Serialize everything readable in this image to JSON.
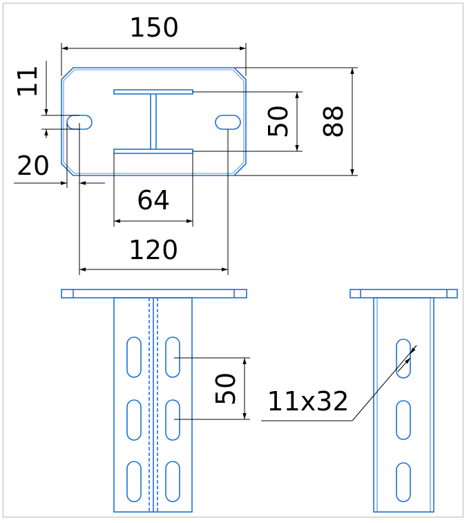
{
  "colors": {
    "part": "#1a6fd6",
    "dimension": "#000000",
    "frame": "#cccccc",
    "background": "#ffffff"
  },
  "dimensions": {
    "plate_width": "150",
    "slot_height": "11",
    "slot_offset": "20",
    "plate_height": "88",
    "flange_spacing": "50",
    "flange_width": "64",
    "slot_spacing": "120",
    "hole_pitch": "50",
    "hole_size": "11x32"
  }
}
